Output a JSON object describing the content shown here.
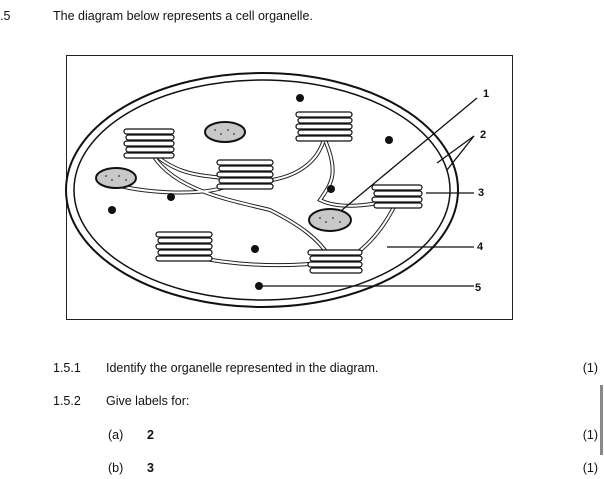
{
  "question": {
    "number": ".5",
    "intro": "The diagram below represents a cell organelle."
  },
  "diagram": {
    "labels": [
      "1",
      "2",
      "3",
      "4",
      "5"
    ]
  },
  "subquestions": [
    {
      "number": "1.5.1",
      "text": "Identify the organelle represented in the diagram.",
      "marks": "(1)"
    },
    {
      "number": "1.5.2",
      "text": "Give labels for:"
    }
  ],
  "parts": [
    {
      "letter": "(a)",
      "label": "2",
      "marks": "(1)"
    },
    {
      "letter": "(b)",
      "label": "3",
      "marks": "(1)"
    }
  ]
}
